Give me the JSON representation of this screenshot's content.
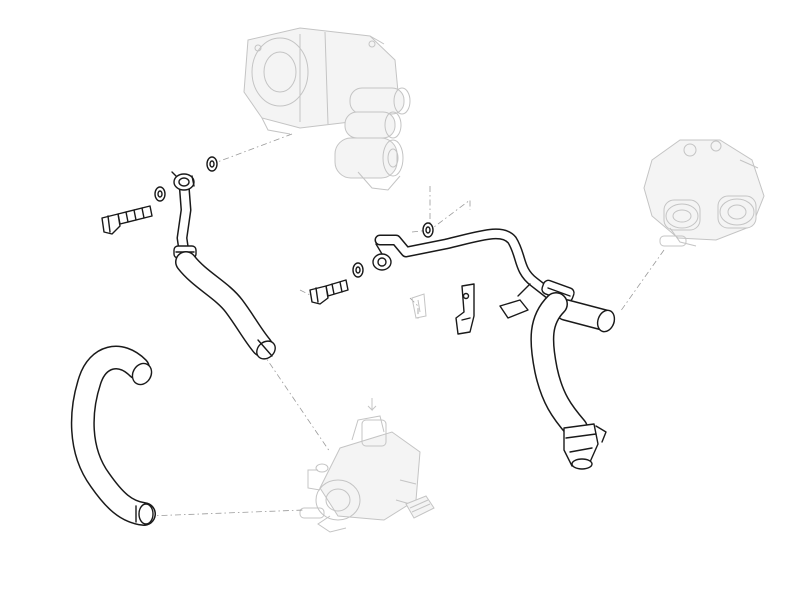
{
  "diagram": {
    "style": "exploded parts diagram, line art",
    "colors": {
      "ink": "#1a1a1a",
      "ghost": "#c4c4c4",
      "leader": "#9a9a9a",
      "background": "#ffffff"
    },
    "parts": [
      "turbocharger",
      "thermostat-housing",
      "electric-water-pump",
      "feed-line-with-hose",
      "return-line-with-hose",
      "coolant-hose",
      "bolt",
      "sealing-ring",
      "bracket",
      "hose-clamp"
    ]
  }
}
